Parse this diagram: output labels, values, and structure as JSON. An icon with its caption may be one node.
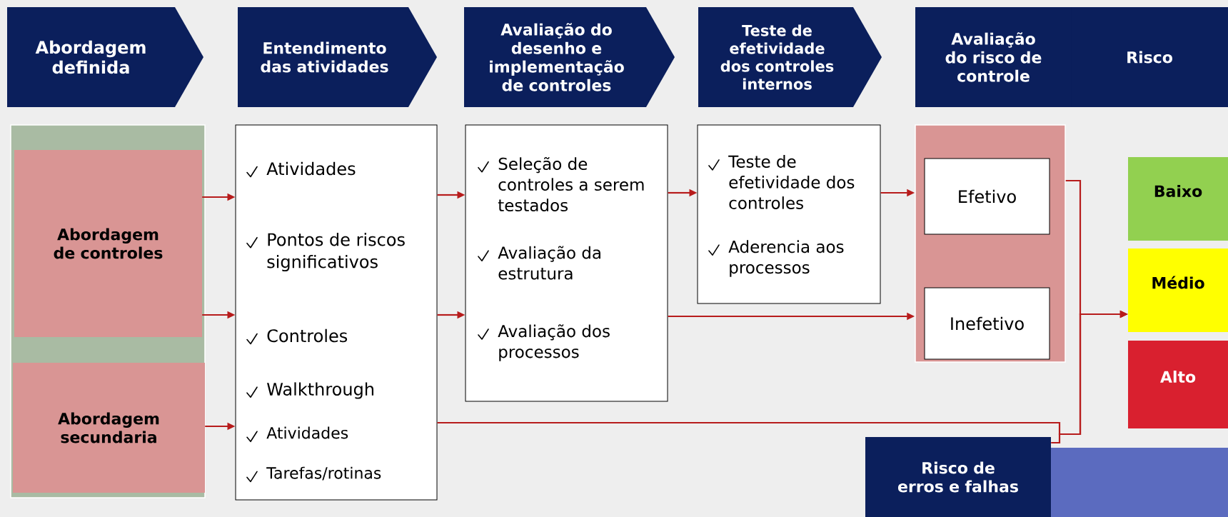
{
  "diagram": {
    "nodes": [
      {
        "text": [
          "Abordagem definida"
        ]
      },
      {
        "text": [
          "Entendimento das atividades"
        ]
      },
      {
        "text": [
          "Avaliação do desenho e implementação de controles"
        ]
      },
      {
        "text": [
          "Teste de efetividade dos controles internos"
        ]
      },
      {
        "text": [
          "Avaliação do risco de controle"
        ]
      },
      {
        "text": [
          "Risco"
        ]
      },
      {
        "text": [],
        "shape": "box"
      },
      {
        "text": [
          "Abordagem de controles"
        ],
        "in": 6
      },
      {
        "text": [
          "Abordagem secundaria"
        ],
        "in": 6
      },
      {
        "text": [
          "Atividades",
          "Pontos de riscos significativos",
          "Controles",
          "Walkthrough",
          "Atividades",
          "Tarefas/rotinas"
        ]
      },
      {
        "text": [
          "Seleção de controles a serem testados",
          "Avaliação da estrutura",
          "Avaliação dos processos"
        ]
      },
      {
        "text": [
          "Teste de efetividade dos controles",
          "Aderencia aos processos"
        ]
      },
      {
        "text": [],
        "shape": "box"
      },
      {
        "text": [
          "Efetivo"
        ],
        "in": 12
      },
      {
        "text": [
          "Inefetivo"
        ],
        "in": 12
      },
      {
        "text": [
          "Baixo"
        ]
      },
      {
        "text": [
          "Médio"
        ]
      },
      {
        "text": [
          "Alto"
        ]
      },
      {
        "text": [
          "Risco de erros e falhas"
        ]
      },
      {
        "text": [],
        "shape": "bar"
      }
    ],
    "edges": [
      {
        "from": 7,
        "to": 9,
        "arrow": "to"
      },
      {
        "from": 7,
        "to": 9,
        "arrow": "to"
      },
      {
        "from": 8,
        "to": 9,
        "arrow": "to"
      },
      {
        "from": 9,
        "to": 10,
        "arrow": "to"
      },
      {
        "from": 9,
        "to": 10,
        "arrow": "to"
      },
      {
        "from": 10,
        "to": 11,
        "arrow": "to"
      },
      {
        "from": 11,
        "to": 12,
        "arrow": "to"
      },
      {
        "from": 10,
        "to": 12,
        "arrow": "to"
      },
      {
        "from": 9,
        "to": 16,
        "arrow": "to"
      },
      {
        "from": 12,
        "to": 16,
        "arrow": "to"
      },
      {
        "from": 18,
        "to": 16,
        "arrow": "to"
      }
    ]
  }
}
